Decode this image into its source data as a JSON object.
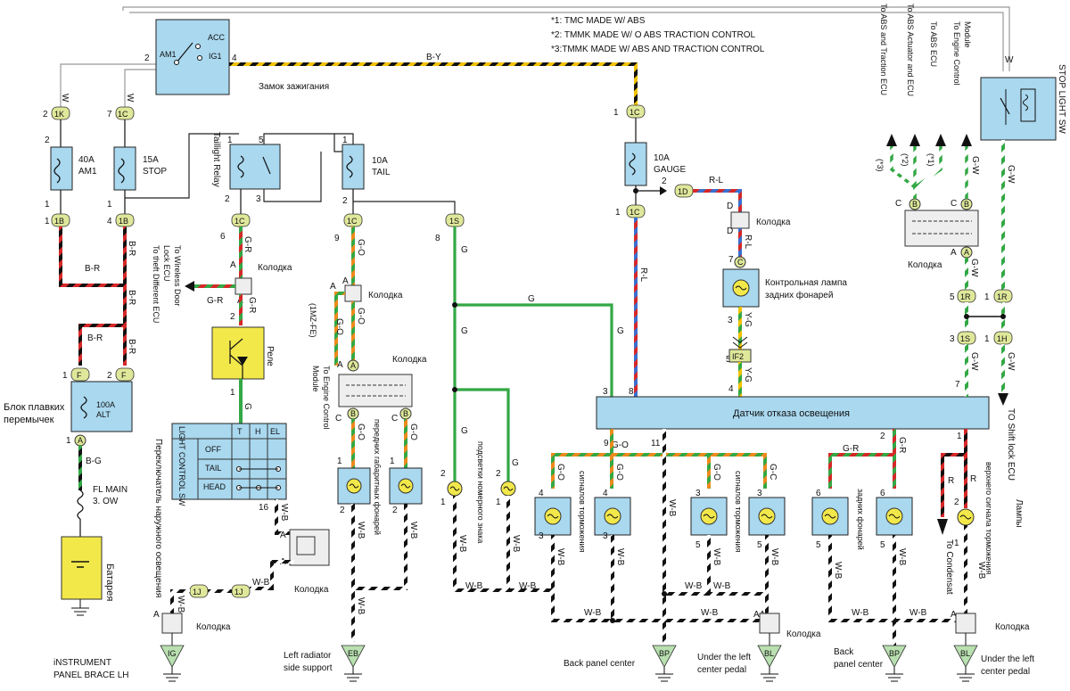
{
  "notes": [
    "*1: TMC MADE W/ ABS",
    "*2: TMMK MADE W/ O ABS TRACTION CONTROL",
    "*3:TMMK MADE W/ ABS AND TRACTION CONTROL"
  ],
  "ignition": {
    "title": "Замок зажигания",
    "am1": "AM1",
    "acc": "ACC",
    "ig1": "IG1",
    "pin_left": "2",
    "pin_right": "4",
    "wire": "B-Y"
  },
  "fuses": {
    "am1": {
      "rating": "40A",
      "name": "AM1"
    },
    "stop": {
      "rating": "15A",
      "name": "STOP"
    },
    "tail": {
      "rating": "10A",
      "name": "TAIL"
    },
    "gauge": {
      "rating": "10A",
      "name": "GAUGE"
    }
  },
  "connectors": {
    "c1K": "1K",
    "c1C": "1C",
    "c1B": "1B",
    "c1S": "1S",
    "c1D": "1D",
    "c1R": "1R",
    "c1H": "1H",
    "c1J": "1J",
    "cIF2": "IF2",
    "F": "F",
    "A": "A",
    "B": "B",
    "C": "C",
    "D": "D"
  },
  "grounds": {
    "IG": "IG",
    "EB": "EB",
    "BP": "BP",
    "BL": "BL"
  },
  "labels": {
    "taillight_relay": "Taillight Relay",
    "fusible_block": "Блок плавких перемычек",
    "alt": "100A ALT",
    "fl_main": "FL MAIN 3. OW",
    "battery": "Батарея",
    "light_switch": "LIGHT CONTROL SW",
    "sw_off": "OFF",
    "sw_tail": "TAIL",
    "sw_head": "HEAD",
    "sw_t": "T",
    "sw_h": "H",
    "sw_el": "EL",
    "light_switch_ru": "Переключатель наружного освещения",
    "rele": "Реле",
    "kolodka": "Колодка",
    "wireless": "To Wireless Door Lock ECU To theft Different ECU",
    "engine_module": "(1MZ-FE) To Engine Control Module",
    "front_clearance": "передних габаритных фонарей",
    "plate": "подсветки номерного знака",
    "brake_signals": "сигналов торможения",
    "rear_lights": "задних фонарей",
    "high_brake": "верхнего сигнала торможения",
    "lamps": "Лампы",
    "warn_lamp": "Контрольная лампа задних фонарей",
    "sensor": "Датчик отказа освещения",
    "stop_sw": "STOP LIGHT SW",
    "abs_traction": "To ABS and Traction ECU",
    "abs_actuator": "To ABS Actuator and ECU",
    "abs_ecu": "To ABS ECU",
    "engine_module2": "To Engine Control Module",
    "shift_lock": "TO Shift lock ECU",
    "condensat": "To Condensat",
    "left_radiator": "Left radiator side support",
    "instrument_brace": "iNSTRUMENT PANEL BRACE LH",
    "back_panel": "Back panel center",
    "back_panel2": "Back panel center",
    "under_pedal": "Under the left center pedal",
    "under_pedal2": "Under the left center pedal",
    "star1": "(*1)",
    "star2": "(*2)",
    "star3": "(*3)"
  },
  "wires": {
    "W": "W",
    "B_R": "B-R",
    "B_G": "B-G",
    "G_R": "G-R",
    "G_O": "G-O",
    "G": "G",
    "R_L": "R-L",
    "Y_G": "Y-G",
    "G_W": "G-W",
    "W_B": "W-B",
    "G_C": "G-C",
    "R": "R"
  },
  "colors": {
    "box": "#a9d8ef",
    "connector": "#dfe89a",
    "relay": "#f2e84a",
    "battery": "#f2e84a",
    "green": "#33a845",
    "red": "#d62828",
    "orange": "#ef8a1c"
  }
}
